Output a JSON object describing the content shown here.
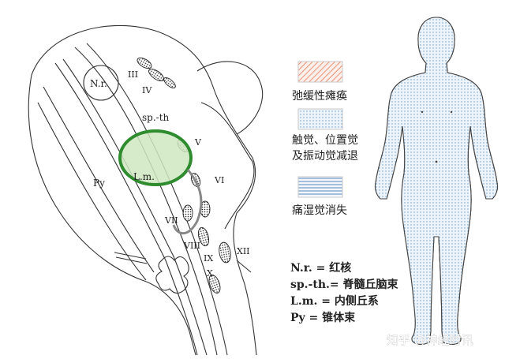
{
  "brainstem": {
    "labels": {
      "nr": "N.r.",
      "iii": "III",
      "iv": "IV",
      "spth": "sp.-th",
      "v": "V",
      "lm": "L.m.",
      "py": "Py",
      "vi": "VI",
      "vii": "VII",
      "viii": "VIII",
      "ix": "IX",
      "x": "X",
      "xii": "XII"
    },
    "lesion_color": "#2e8b2e",
    "lesion_fill": "#cfe8c0"
  },
  "legend": {
    "items": [
      {
        "label": "弛缓性瘫痪",
        "pattern": "hatch-orange",
        "color": "#e06a4a"
      },
      {
        "label_line1": "触觉、位置觉",
        "label_line2": "及振动觉减退",
        "pattern": "dots-blue",
        "color": "#6a9cc8"
      },
      {
        "label": "痛湿觉消失",
        "pattern": "lines-blue",
        "color": "#5a84c0"
      }
    ]
  },
  "abbreviations": [
    "N.r. = 红核",
    "sp.-th.= 脊髓丘脑束",
    "L.m. = 内侧丘系",
    "Py = 锥体束"
  ],
  "watermark": "知乎 @神经时讯"
}
